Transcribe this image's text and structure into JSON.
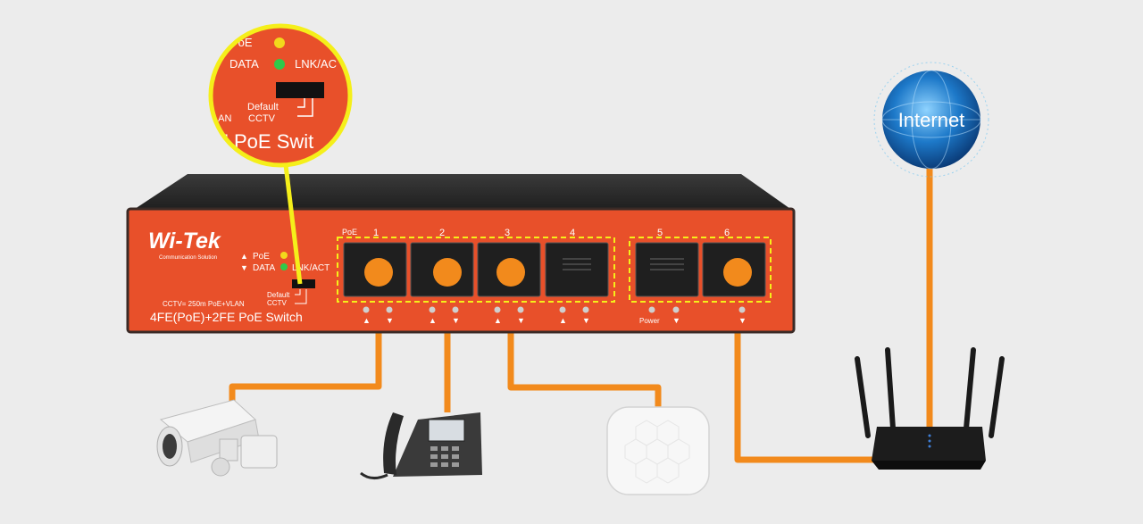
{
  "switch": {
    "brand": "Wi-Tek",
    "brand_tagline": "Communication Solution",
    "model_label": "4FE(PoE)+2FE PoE Switch",
    "cctv_note": "CCTV= 250m PoE+VLAN",
    "led_poe_label": "PoE",
    "led_data_label": "DATA",
    "led_lnk_label": "LNK/ACT",
    "dip_default_label": "Default",
    "dip_cctv_label": "CCTV",
    "poe_group_label": "PoE",
    "power_label": "Power",
    "ports": [
      "1",
      "2",
      "3",
      "4",
      "5",
      "6"
    ]
  },
  "zoom": {
    "poe_label": "PoE",
    "data_label": "DATA",
    "lnk_label": "LNK/AC",
    "default_label": "Default",
    "lan_label": "LAN",
    "cctv_label": "CCTV",
    "model_fragment": "PoE Swit"
  },
  "internet": {
    "label": "Internet"
  },
  "devices": {
    "camera": "ip-camera",
    "phone": "ip-phone",
    "ap": "wireless-access-point",
    "router": "router"
  },
  "colors": {
    "switch_body": "#e8502a",
    "switch_top": "#2b2b2b",
    "cable": "#f28a1c",
    "highlight": "#f5ef1a",
    "globe": "#1d79c9"
  }
}
